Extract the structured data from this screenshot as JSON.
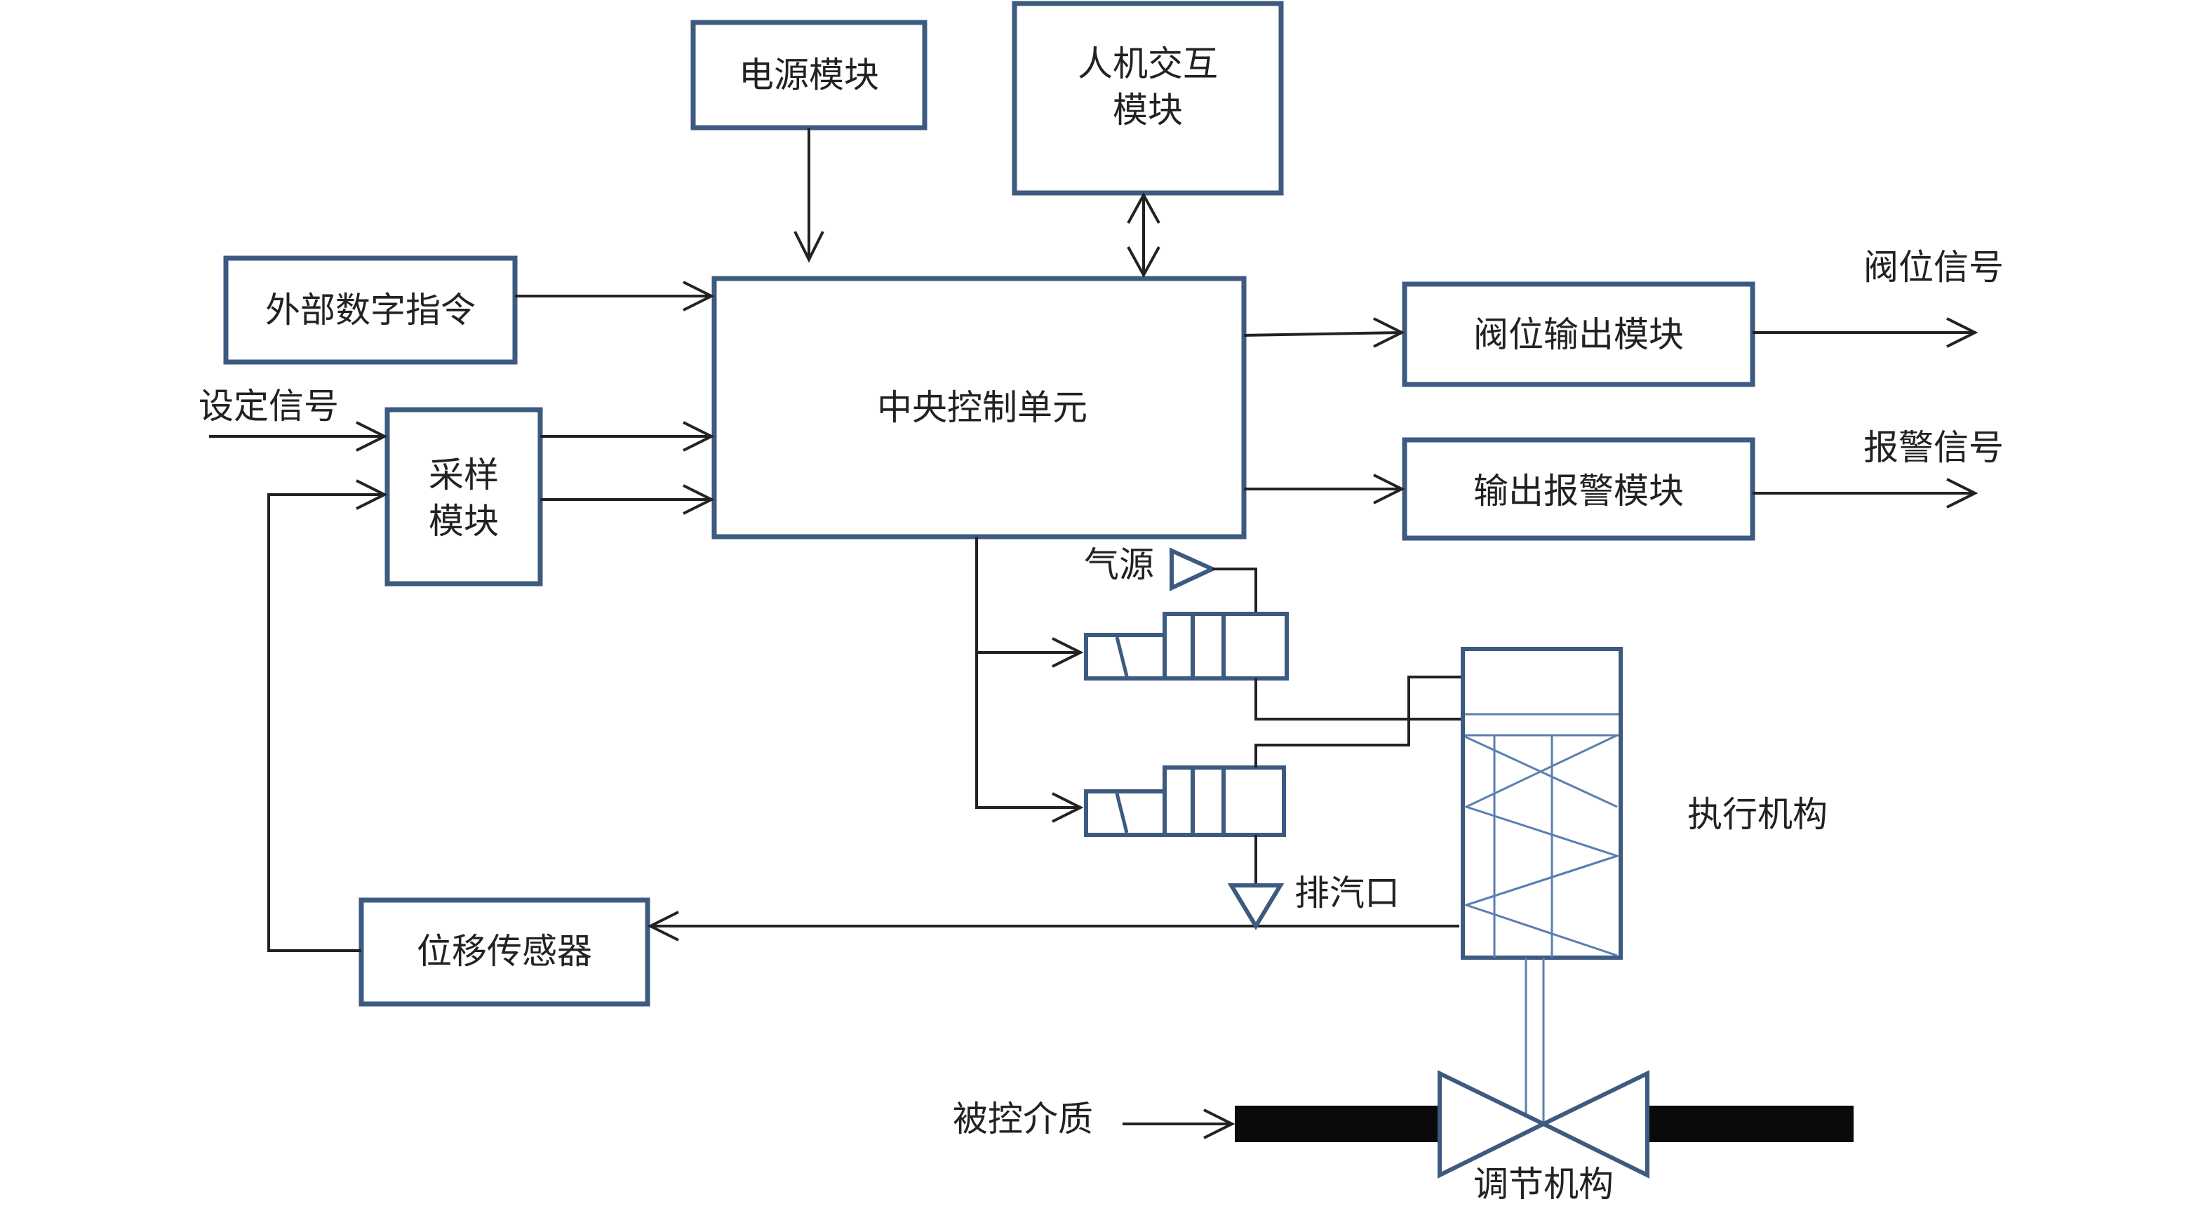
{
  "diagram": {
    "nodes": {
      "power_module": "电源模块",
      "hmi_module": "人机交互\n模块",
      "external_command": "外部数字指令",
      "central_control": "中央控制单元",
      "sampling_module": "采样\n模块",
      "valve_output_module": "阀位输出模块",
      "alarm_output_module": "输出报警模块",
      "displacement_sensor": "位移传感器"
    },
    "labels": {
      "set_signal": "设定信号",
      "valve_position_signal": "阀位信号",
      "alarm_signal": "报警信号",
      "air_source": "气源",
      "exhaust_port": "排汽口",
      "actuator": "执行机构",
      "controlled_medium": "被控介质",
      "regulating_mechanism": "调节机构"
    },
    "colors": {
      "box_stroke": "#3d5a80",
      "line": "#222222",
      "pipe": "#0a0a0a"
    }
  }
}
